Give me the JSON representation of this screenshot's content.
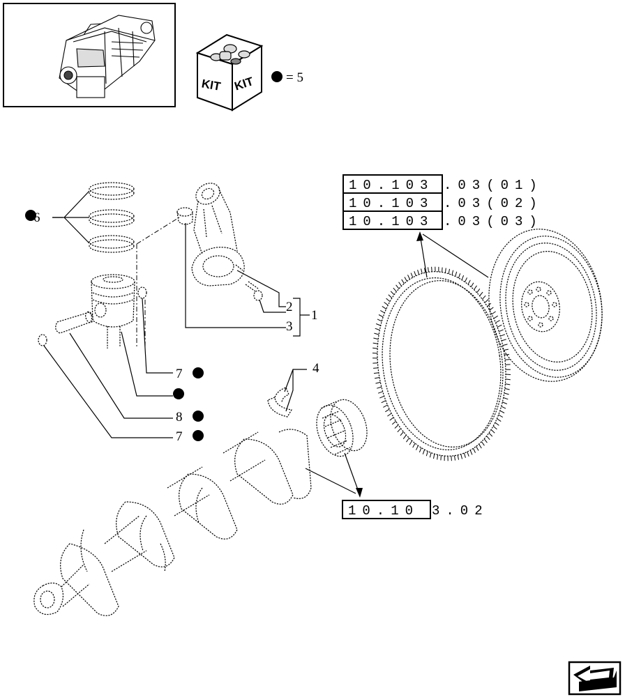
{
  "kit": {
    "label_left": "KIT",
    "label_right": "KIT",
    "equals": "= 5"
  },
  "callouts": {
    "c1": "1",
    "c2": "2",
    "c3": "3",
    "c4": "4",
    "c6": "6",
    "c7a": "7",
    "c7b": "7",
    "c8": "8"
  },
  "references": {
    "r1_box": "10.103",
    "r1_rest": ".03(01)",
    "r2_box": "10.103",
    "r2_rest": ".03(02)",
    "r3_box": "10.103",
    "r3_rest": ".03(03)",
    "r4_box": "10.10",
    "r4_rest": "3.02"
  },
  "icons": {
    "kit_box": "kit-box-icon",
    "engine_thumbnail": "engine-thumbnail",
    "next_page": "next-page-arrow-icon",
    "kit_marker": "filled-circle-marker"
  }
}
